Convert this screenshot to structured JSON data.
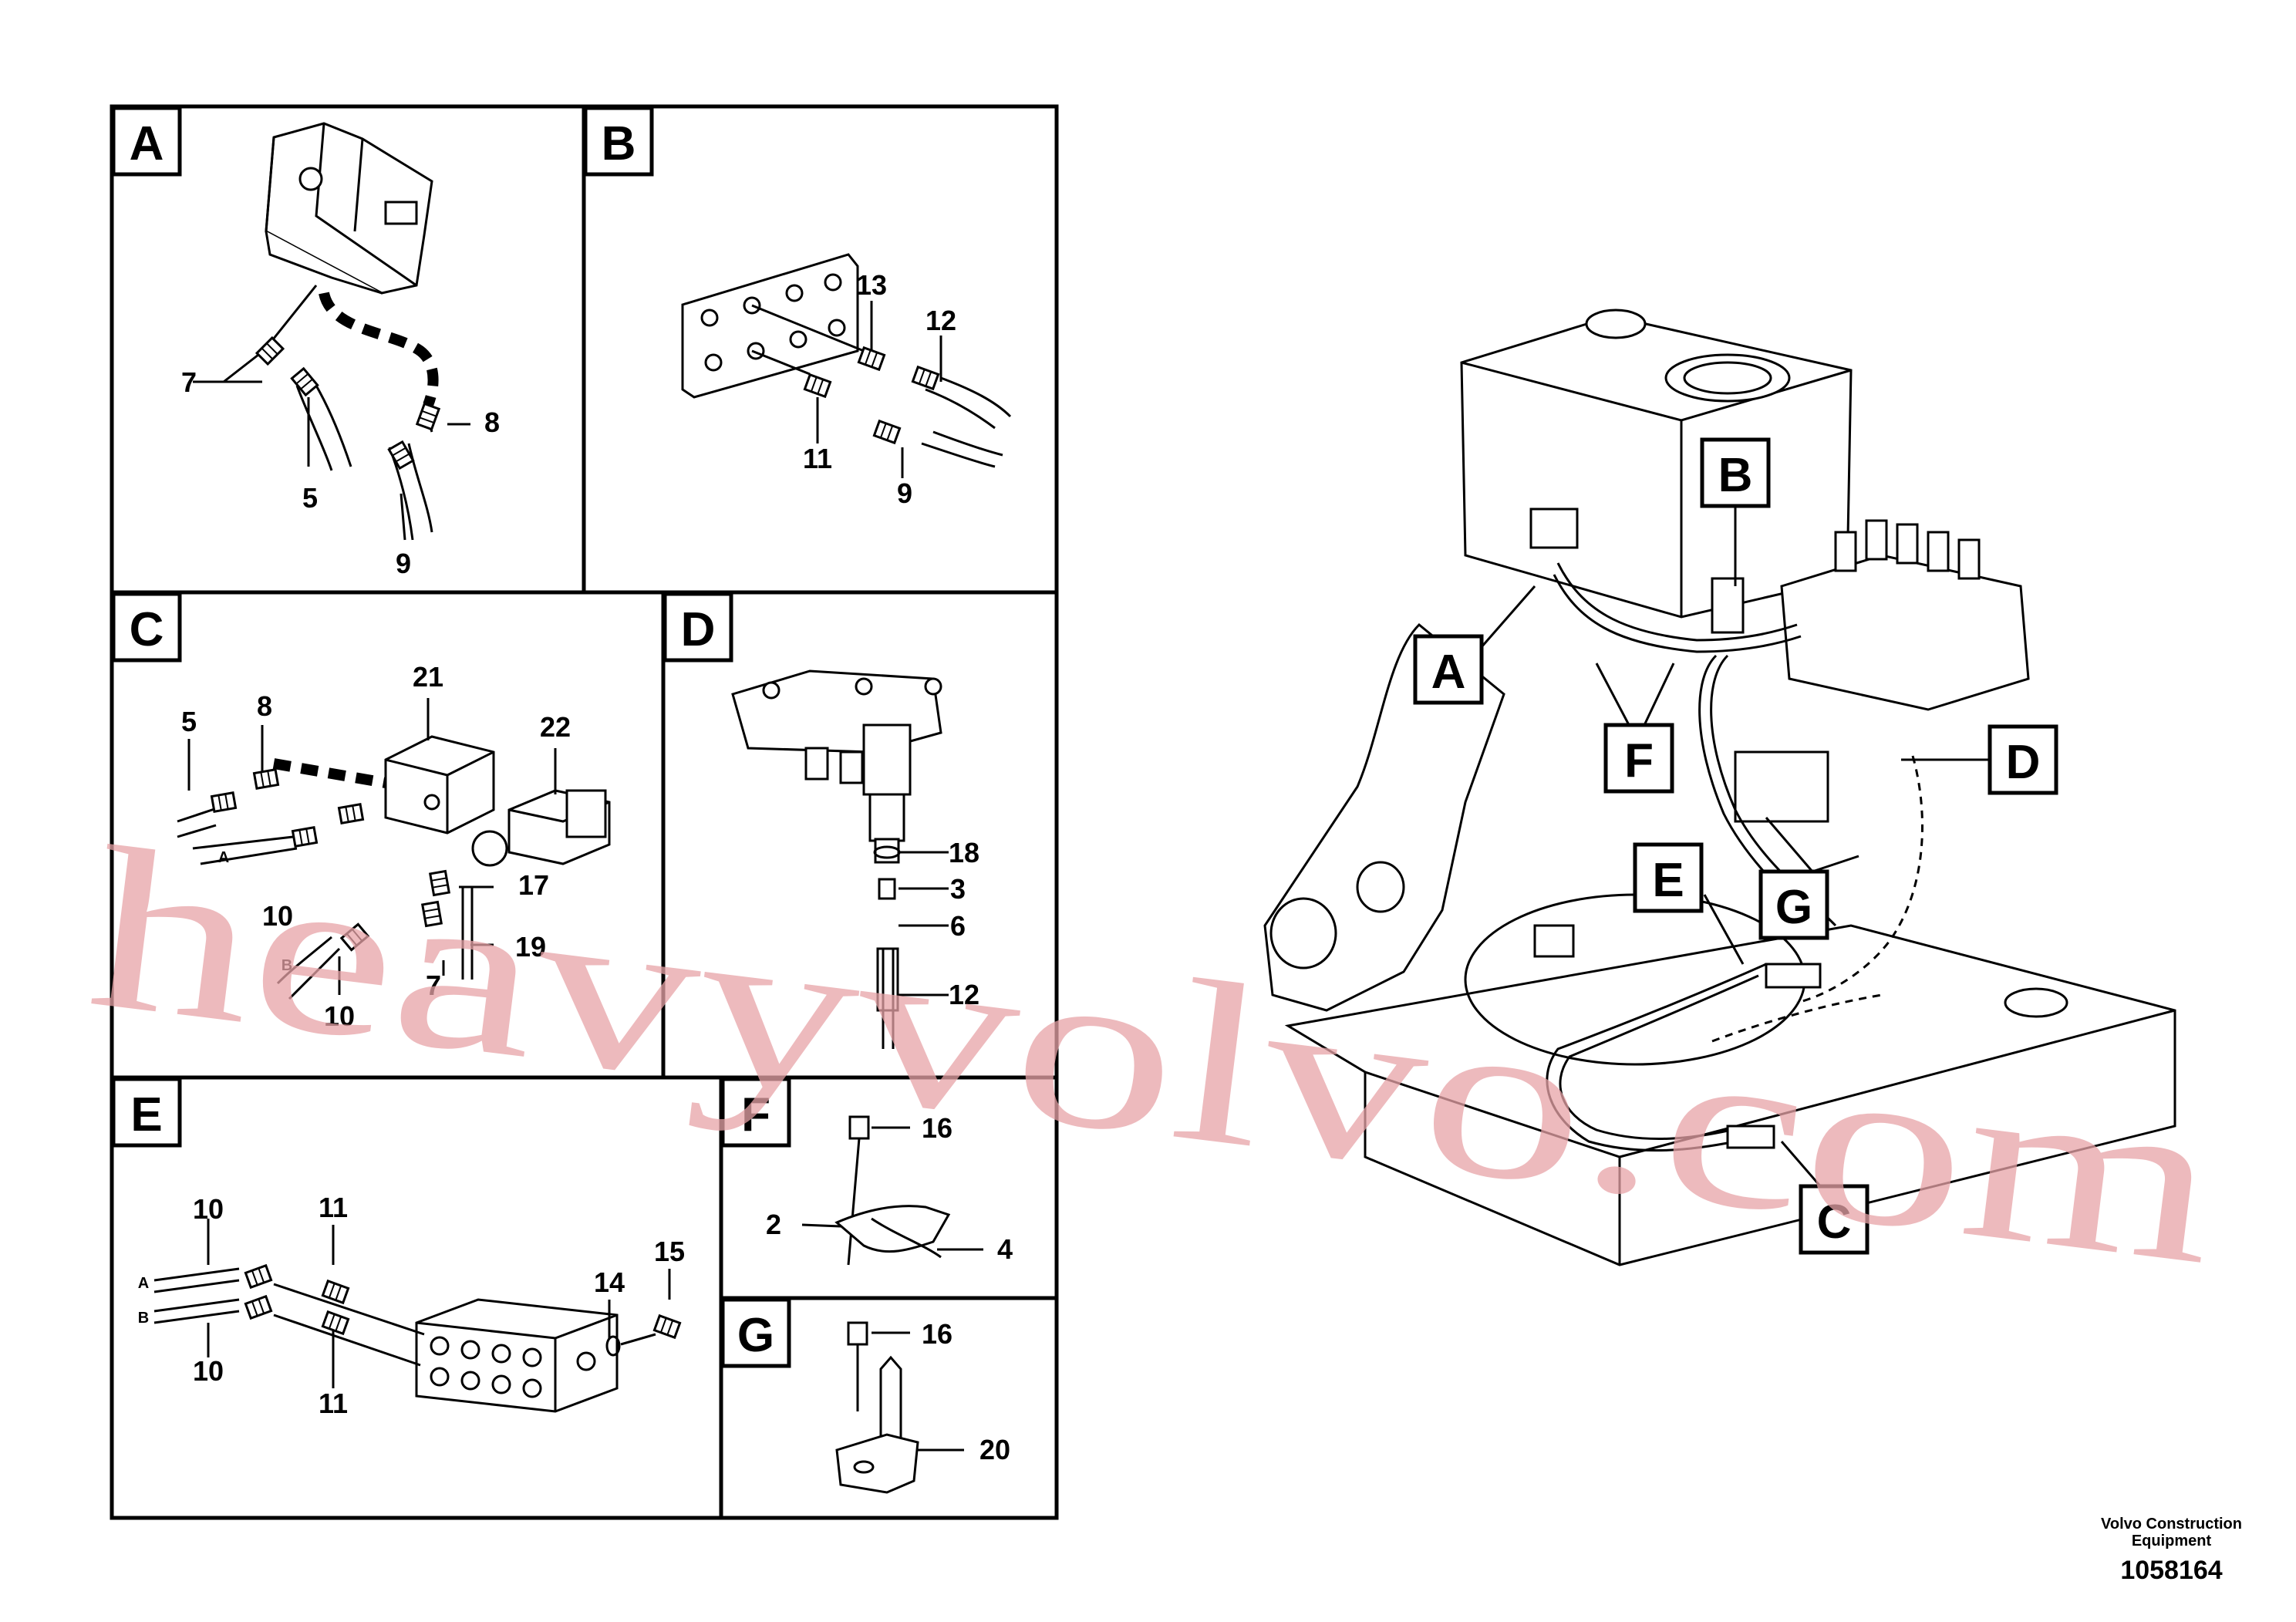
{
  "panels": {
    "A": {
      "letter": "A",
      "labels": [
        "7",
        "5",
        "8",
        "9"
      ]
    },
    "B": {
      "letter": "B",
      "labels": [
        "13",
        "12",
        "11",
        "9"
      ]
    },
    "C": {
      "letter": "C",
      "labels": [
        "21",
        "22",
        "5",
        "8",
        "A",
        "10",
        "17",
        "B",
        "19",
        "7",
        "10"
      ]
    },
    "D": {
      "letter": "D",
      "labels": [
        "18",
        "3",
        "6",
        "12"
      ]
    },
    "E": {
      "letter": "E",
      "labels": [
        "10",
        "11",
        "15",
        "14",
        "A",
        "B",
        "10",
        "11"
      ]
    },
    "F": {
      "letter": "F",
      "labels": [
        "16",
        "2",
        "4"
      ]
    },
    "G": {
      "letter": "G",
      "labels": [
        "16",
        "20"
      ]
    }
  },
  "callouts": [
    "A",
    "B",
    "D",
    "F",
    "E",
    "G",
    "C"
  ],
  "watermark": "heavyvolvo.com",
  "footer": {
    "line1": "Volvo Construction",
    "line2": "Equipment",
    "number": "1058164"
  }
}
